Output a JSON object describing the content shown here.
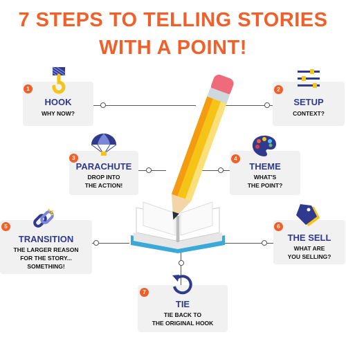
{
  "title": {
    "line1": "7 STEPS TO TELLING STORIES",
    "line2": "WITH A POINT!"
  },
  "colors": {
    "accent": "#f0602a",
    "heading": "#2f3a8f",
    "card": "#f1f1f1",
    "pencil": "#f6c417"
  },
  "steps": [
    {
      "num": "1",
      "title": "HOOK",
      "sub1": "WHY NOW?",
      "sub2": "",
      "icon": "hook-icon"
    },
    {
      "num": "2",
      "title": "SETUP",
      "sub1": "CONTEXT?",
      "sub2": "",
      "icon": "sliders-icon"
    },
    {
      "num": "3",
      "title": "PARACHUTE",
      "sub1": "DROP INTO",
      "sub2": "THE ACTION!",
      "icon": "parachute-icon"
    },
    {
      "num": "4",
      "title": "THEME",
      "sub1": "WHAT'S",
      "sub2": "THE POINT?",
      "icon": "palette-icon"
    },
    {
      "num": "5",
      "title": "TRANSITION",
      "sub1": "THE LARGER REASON",
      "sub2": "FOR THE STORY...",
      "sub3": "SOMETHING!",
      "icon": "chain-link-icon"
    },
    {
      "num": "6",
      "title": "THE SELL",
      "sub1": "WHAT ARE",
      "sub2": "YOU SELLING?",
      "icon": "price-tag-icon"
    },
    {
      "num": "7",
      "title": "TIE",
      "sub1": "TIE BACK TO",
      "sub2": "THE ORIGINAL HOOK",
      "icon": "loop-arrow-icon"
    }
  ]
}
